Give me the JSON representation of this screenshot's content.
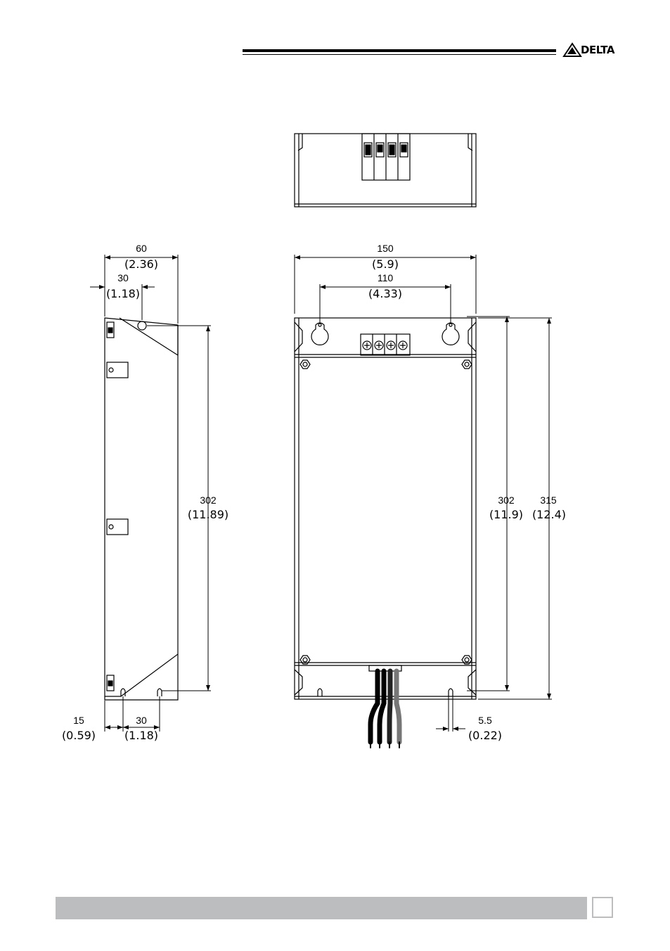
{
  "header": {
    "brand": "DELTA"
  },
  "side_view": {
    "width_main": "60",
    "width_sub": "(2.36)",
    "hole_offset_main": "30",
    "hole_offset_sub": "(1.18)",
    "height_main": "302",
    "height_sub": "(11.89)",
    "bottom_edge_main": "15",
    "bottom_edge_sub": "(0.59)",
    "bottom_pitch_main": "30",
    "bottom_pitch_sub": "(1.18)"
  },
  "front_view": {
    "width_main": "150",
    "width_sub": "(5.9)",
    "hole_pitch_main": "110",
    "hole_pitch_sub": "(4.33)",
    "inner_height_main": "302",
    "inner_height_sub": "(11.9)",
    "total_height_main": "315",
    "total_height_sub": "(12.4)",
    "slot_main": "5.5",
    "slot_sub": "(0.22)"
  },
  "colors": {
    "line": "#000000",
    "footer": "#bcbdbf"
  }
}
